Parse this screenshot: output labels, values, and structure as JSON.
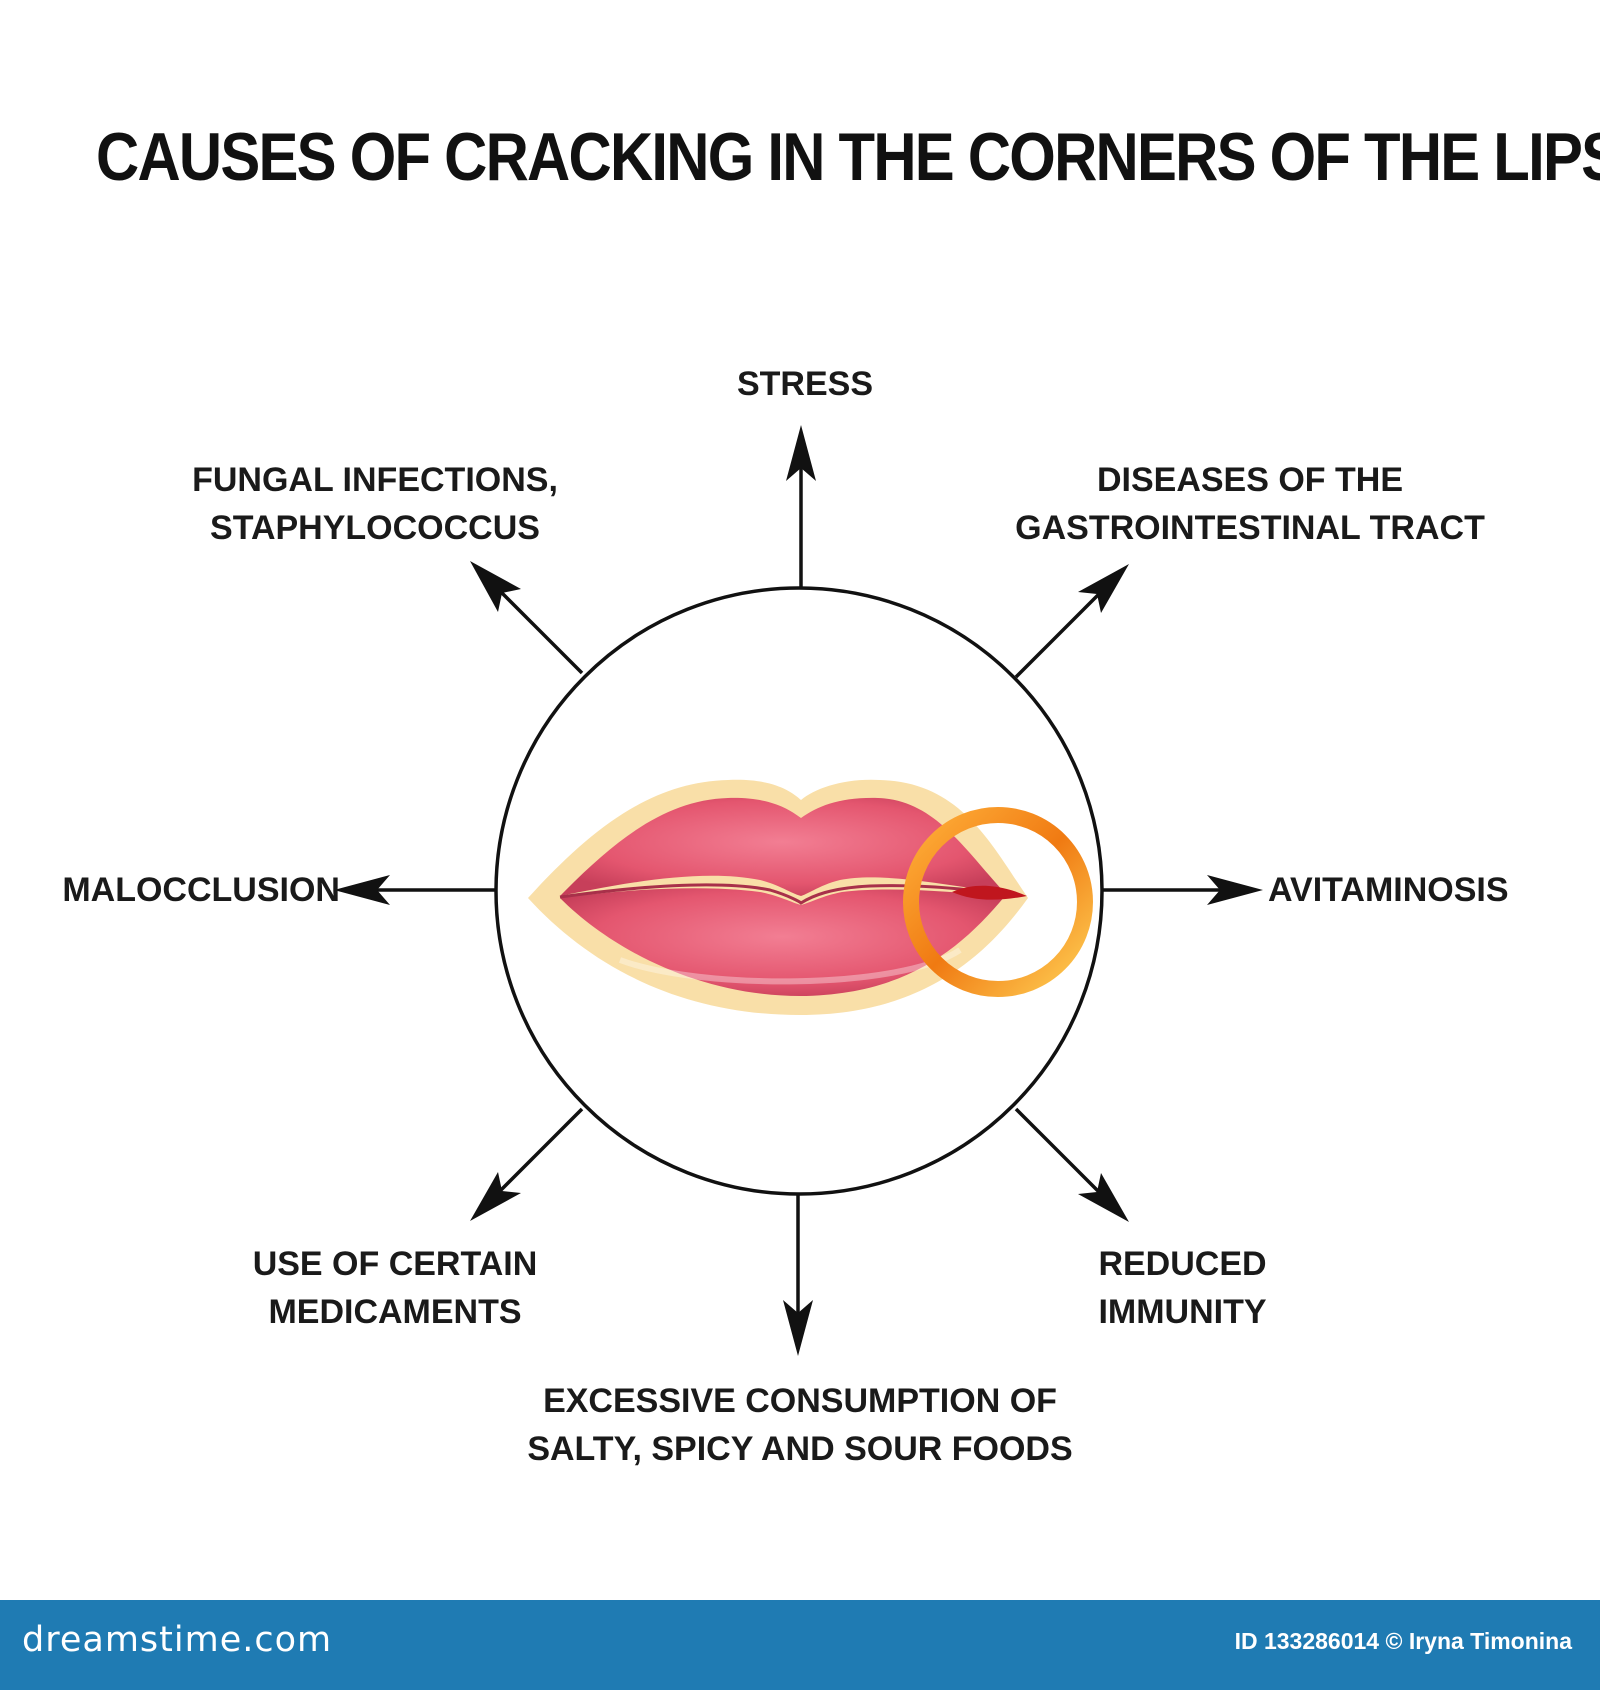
{
  "title": "CAUSES OF CRACKING IN THE CORNERS OF THE LIPS",
  "causes": {
    "stress": {
      "line1": "STRESS"
    },
    "fungal": {
      "line1": "FUNGAL INFECTIONS,",
      "line2": "STAPHYLOCOCCUS"
    },
    "gi": {
      "line1": "DISEASES OF THE",
      "line2": "GASTROINTESTINAL TRACT"
    },
    "malocclusion": {
      "line1": "MALOCCLUSION"
    },
    "avitaminosis": {
      "line1": "AVITAMINOSIS"
    },
    "medicaments": {
      "line1": "USE OF CERTAIN",
      "line2": "MEDICAMENTS"
    },
    "immunity": {
      "line1": "REDUCED",
      "line2": "IMMUNITY"
    },
    "foods": {
      "line1": "EXCESSIVE CONSUMPTION OF",
      "line2": "SALTY, SPICY AND SOUR FOODS"
    }
  },
  "footer": {
    "logo": "dreamstime.com",
    "credit": "ID 133286014 © Iryna Timonina"
  },
  "colors": {
    "lip_fill": "#e05a72",
    "lip_outline": "#f9dfa8",
    "ring": "#f08a1e",
    "crack": "#c0161e",
    "footer_bg": "#1f7bb3"
  }
}
